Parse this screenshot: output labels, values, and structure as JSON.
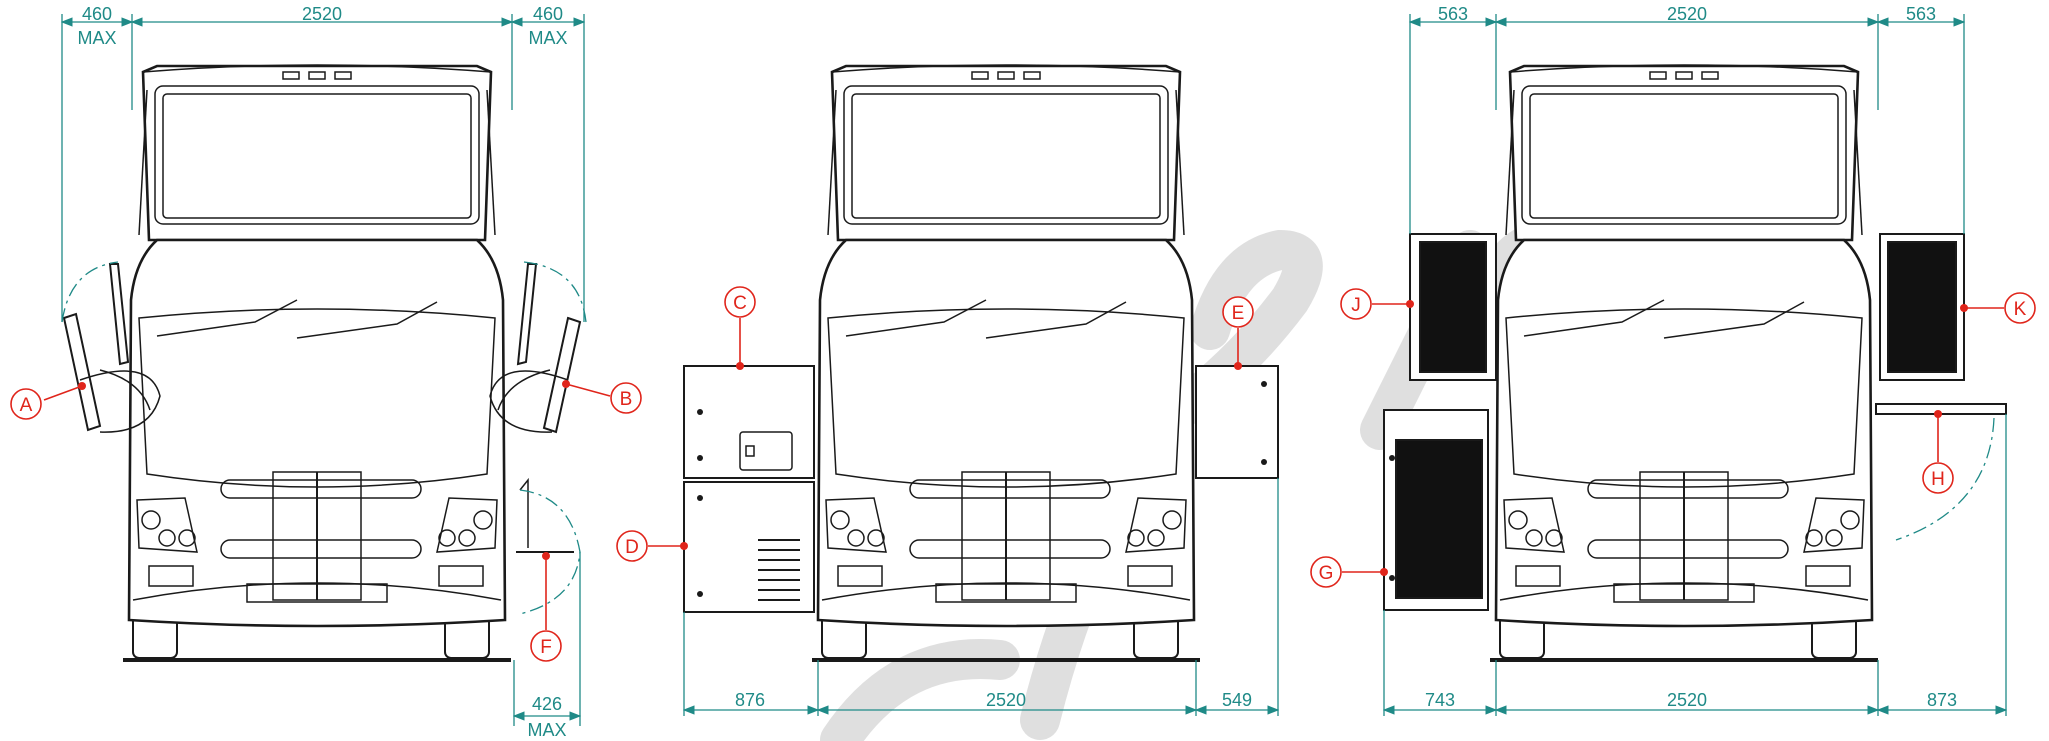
{
  "views": [
    {
      "id": "bike-rack",
      "top_dims": [
        {
          "value": "460",
          "sub": "MAX"
        },
        {
          "value": "2520",
          "sub": ""
        },
        {
          "value": "460",
          "sub": "MAX"
        }
      ],
      "bottom_dims": [
        {
          "value": "426",
          "sub": "MAX"
        }
      ],
      "labels": [
        "A",
        "B",
        "F"
      ]
    },
    {
      "id": "side-boxes",
      "top_dims": [],
      "bottom_dims": [
        {
          "value": "876",
          "sub": ""
        },
        {
          "value": "2520",
          "sub": ""
        },
        {
          "value": "549",
          "sub": ""
        }
      ],
      "labels": [
        "C",
        "D",
        "E"
      ]
    },
    {
      "id": "side-panels",
      "top_dims": [
        {
          "value": "563",
          "sub": ""
        },
        {
          "value": "2520",
          "sub": ""
        },
        {
          "value": "563",
          "sub": ""
        }
      ],
      "bottom_dims": [
        {
          "value": "743",
          "sub": ""
        },
        {
          "value": "2520",
          "sub": ""
        },
        {
          "value": "873",
          "sub": ""
        }
      ],
      "labels": [
        "J",
        "K",
        "G",
        "H"
      ]
    }
  ],
  "colors": {
    "dimension": "#1f8a87",
    "callout": "#e0251b",
    "outline": "#1a1a1a"
  }
}
